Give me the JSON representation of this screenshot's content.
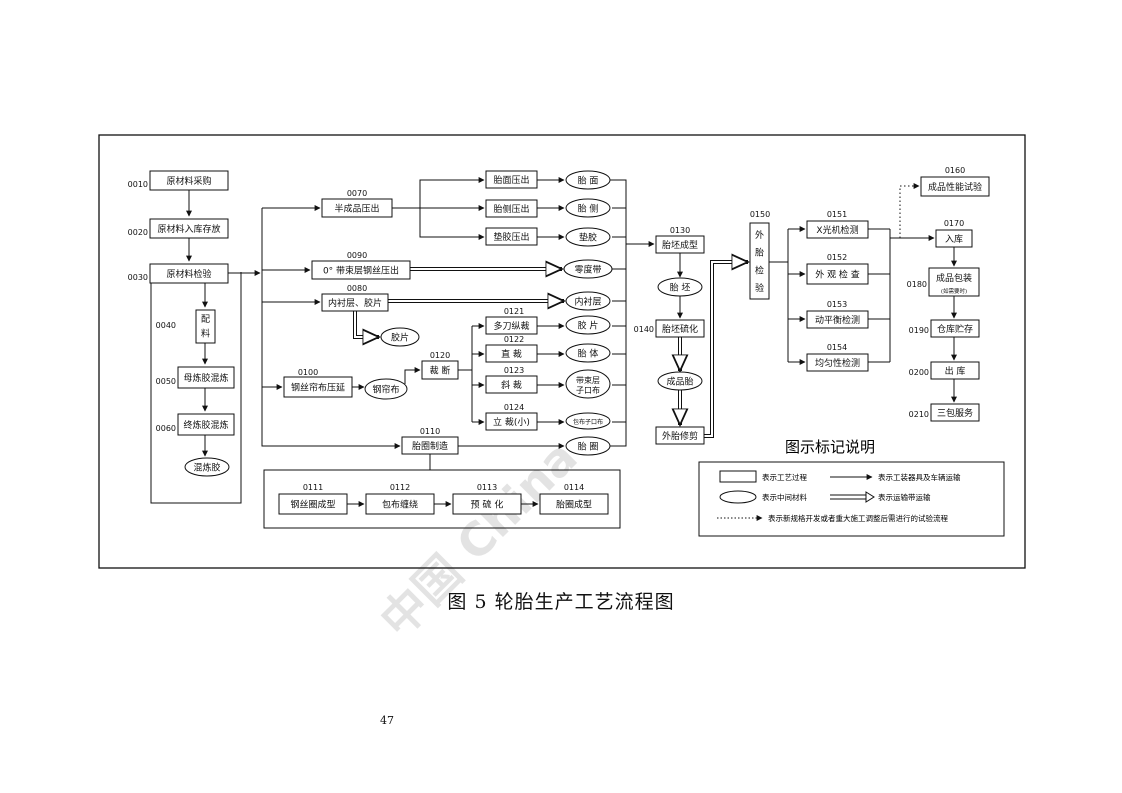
{
  "diagram": {
    "caption": "图 5 轮胎生产工艺流程图",
    "page_number": "47",
    "watermark": "中国 China",
    "legend": {
      "title": "图示标记说明",
      "process_box": "表示工艺过程",
      "material_ellipse": "表示中间材料",
      "arrow_vehicle": "表示工装器具及车辆运输",
      "arrow_conveyor": "表示运输带运输",
      "dotted_arrow": "表示新规格开发或者重大施工调整后需进行的试验流程"
    },
    "process_boxes": [
      {
        "id": "0010",
        "label": "原材料采购"
      },
      {
        "id": "0020",
        "label": "原材料入库存放"
      },
      {
        "id": "0030",
        "label": "原材料检验"
      },
      {
        "id": "0040",
        "label": "配料"
      },
      {
        "id": "0050",
        "label": "母炼胶混炼"
      },
      {
        "id": "0060",
        "label": "终炼胶混炼"
      },
      {
        "id": "0070",
        "label": "半成品压出"
      },
      {
        "id": "",
        "label": "胎面压出"
      },
      {
        "id": "",
        "label": "胎侧压出"
      },
      {
        "id": "",
        "label": "垫胶压出"
      },
      {
        "id": "0090",
        "label": "0° 带束层钢丝压出"
      },
      {
        "id": "0080",
        "label": "内衬层、胶片"
      },
      {
        "id": "0100",
        "label": "钢丝帘布压延"
      },
      {
        "id": "0120",
        "label": "裁 断"
      },
      {
        "id": "0121",
        "label": "多刀纵裁"
      },
      {
        "id": "0122",
        "label": "直 裁"
      },
      {
        "id": "0123",
        "label": "斜 裁"
      },
      {
        "id": "0124",
        "label": "立 裁(小)"
      },
      {
        "id": "0110",
        "label": "胎圈制造"
      },
      {
        "id": "0111",
        "label": "钢丝圈成型"
      },
      {
        "id": "0112",
        "label": "包布缠绕"
      },
      {
        "id": "0113",
        "label": "预 硫 化"
      },
      {
        "id": "0114",
        "label": "胎圈成型"
      },
      {
        "id": "0130",
        "label": "胎坯成型"
      },
      {
        "id": "0140",
        "label": "胎坯硫化"
      },
      {
        "id": "",
        "label": "外胎修剪"
      },
      {
        "id": "0150",
        "label": "外胎检验"
      },
      {
        "id": "0151",
        "label": "X光机检测"
      },
      {
        "id": "0152",
        "label": "外 观 检 查"
      },
      {
        "id": "0153",
        "label": "动平衡检测"
      },
      {
        "id": "0154",
        "label": "均匀性检测"
      },
      {
        "id": "0160",
        "label": "成品性能试验"
      },
      {
        "id": "0170",
        "label": "入库"
      },
      {
        "id": "0180",
        "label": "成品包装",
        "sub": "(如需要时)"
      },
      {
        "id": "0190",
        "label": "仓库贮存"
      },
      {
        "id": "0200",
        "label": "出 库"
      },
      {
        "id": "0210",
        "label": "三包服务"
      }
    ],
    "materials": [
      "混炼胶",
      "胎 面",
      "胎 侧",
      "垫胶",
      "零度带",
      "内衬层",
      "胶片",
      "钢帘布",
      "胶 片",
      "胎 体",
      "带束层子口布",
      "包布子口布",
      "胎 圈",
      "胎 坯",
      "成品胎"
    ]
  }
}
